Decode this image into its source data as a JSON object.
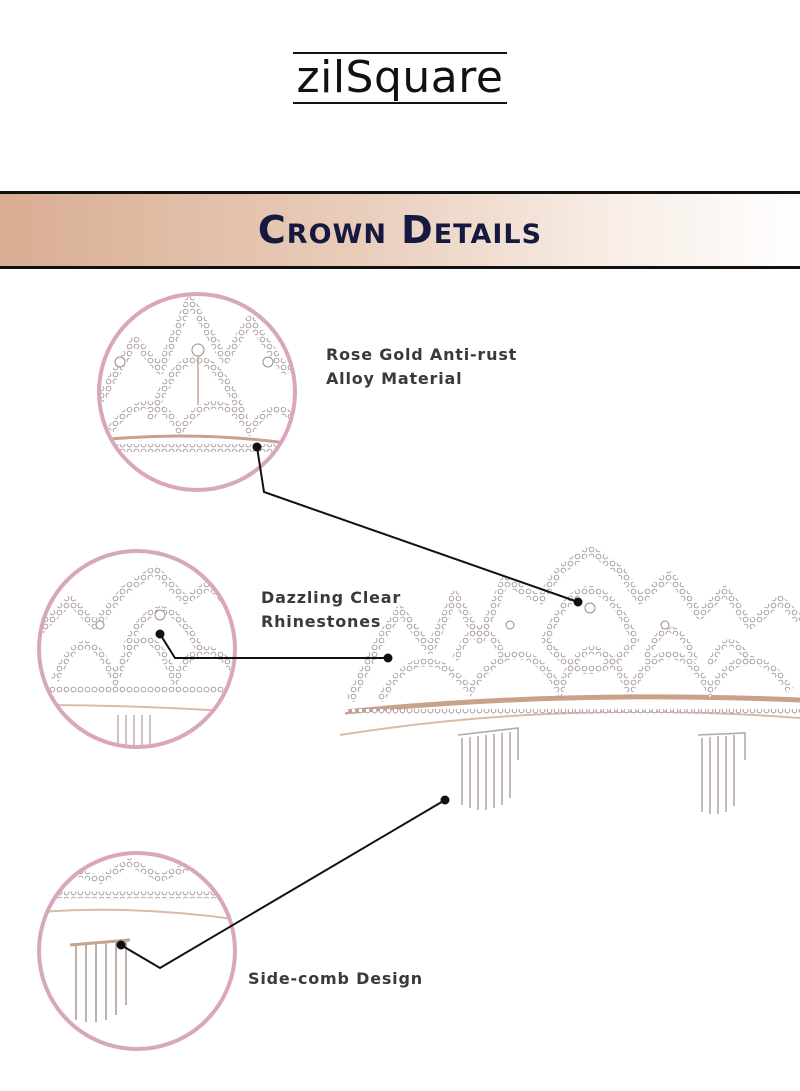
{
  "brand": {
    "logo": "zilSquare"
  },
  "banner": {
    "title": "Crown Details"
  },
  "features": [
    {
      "lines": [
        "Rose Gold Anti-rust",
        "Alloy Material"
      ]
    },
    {
      "lines": [
        "Dazzling Clear",
        "Rhinestones"
      ]
    },
    {
      "lines": [
        "Side-comb Design"
      ]
    }
  ],
  "colors": {
    "banner_title": "#16193f",
    "circle_border": "#d8a6bd",
    "rose_gold": "#c9a28a",
    "label_text": "#3a3a3a"
  }
}
